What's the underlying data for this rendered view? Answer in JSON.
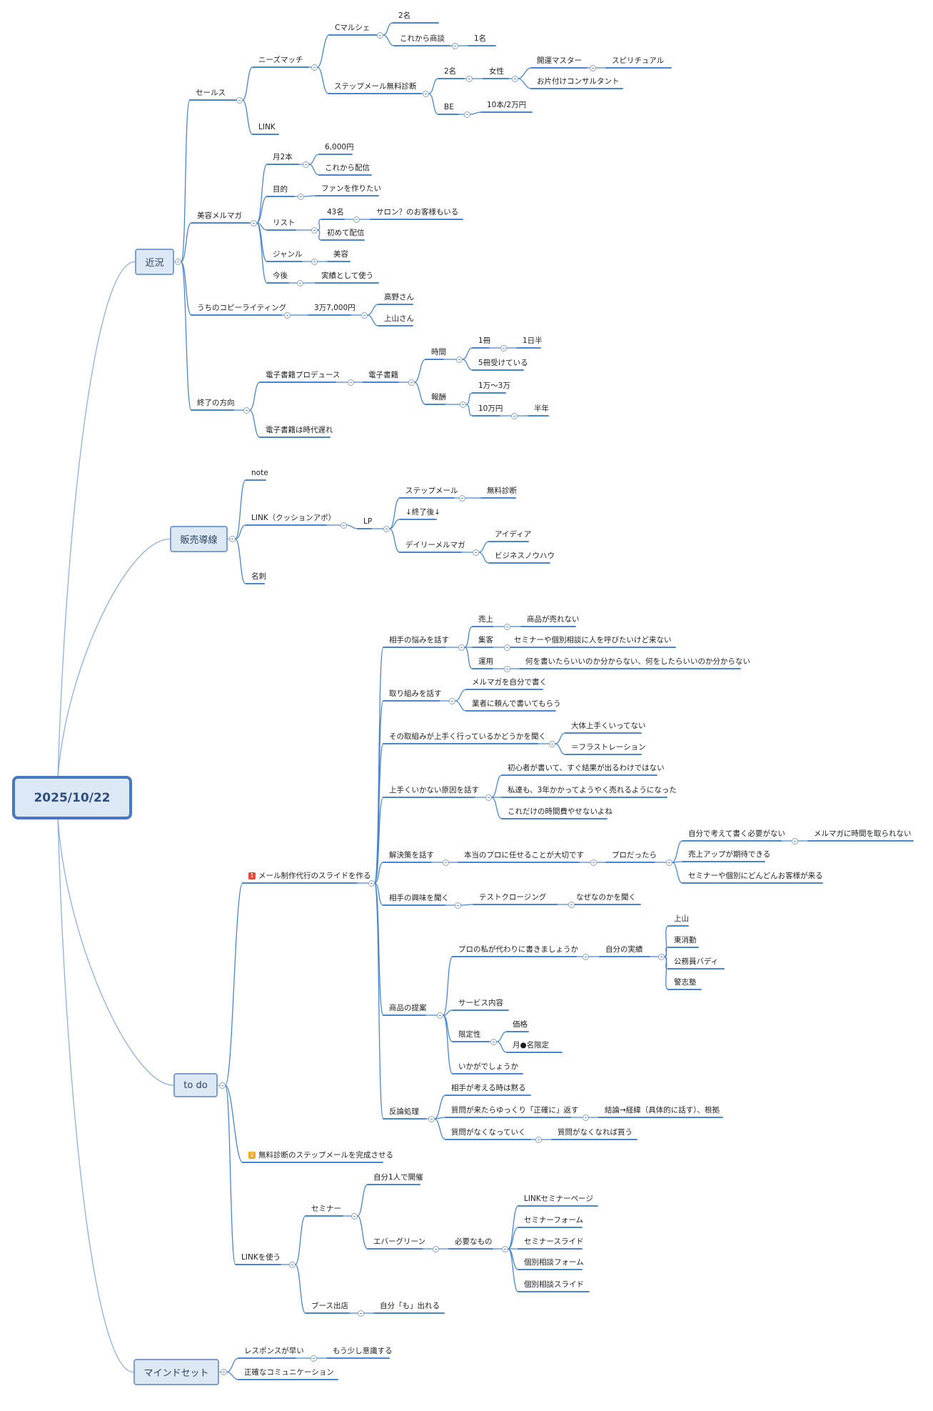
{
  "root": {
    "label": "2025/10/22"
  },
  "colors": {
    "line": "#4a86d0",
    "branch": "#8fb0dc",
    "box_fill": "#dde8f5",
    "box_border": "#7b9fd0",
    "priority_1": "#e24a3b",
    "priority_2": "#f0ad1e"
  },
  "nodes": {
    "kinkyo": "近況",
    "sales": "セールス",
    "needs_match": "ニーズマッチ",
    "c_marche": "Cマルシェ",
    "c_2mei": "2名",
    "c_korekara": "これから商談",
    "c_1mei": "1名",
    "stepmail_shindan": "ステップメール無料診断",
    "s_2mei": "2名",
    "josei": "女性",
    "kaiun": "開運マスター",
    "spiritual": "スピリチュアル",
    "katazuke": "お片付けコンサルタント",
    "be": "BE",
    "be_price": "10本/2万円",
    "link": "LINK",
    "biyou_mailmaga": "美容メルマガ",
    "tsuki2": "月2本",
    "yen6000": "6,000円",
    "korekara_haishin": "これから配信",
    "mokuteki": "目的",
    "fan": "ファンを作りたい",
    "list": "リスト",
    "n43": "43名",
    "salon": "サロン？のお客様もいる",
    "hajimete": "初めて配信",
    "genre": "ジャンル",
    "biyou": "美容",
    "kongo": "今後",
    "jisseki": "実績として使う",
    "copywriting": "うちのコピーライティング",
    "price_37000": "3万7,000円",
    "takano": "高野さん",
    "ueyama": "上山さん",
    "shuryo_houkou": "終了の方向",
    "denshi_produce": "電子書籍プロデュース",
    "denshi": "電子書籍",
    "jikan": "時間",
    "issatsu": "1冊",
    "ichinichihan": "1日半",
    "gosatsu": "5冊受けている",
    "houshu": "報酬",
    "man1_3": "1万〜3万",
    "man10": "10万円",
    "hantoshi": "半年",
    "jidai_okure": "電子書籍は時代遅れ",
    "hanbai": "販売導線",
    "note": "note",
    "link_cushion": "LINK（クッションアポ）",
    "lp": "LP",
    "step_mail": "ステップメール",
    "muryou_shindan": "無料診断",
    "shuryo_go": "↓終了後↓",
    "daily": "デイリーメルマガ",
    "idea": "アイディア",
    "business_knowhow": "ビジネスノウハウ",
    "meishi": "名刺",
    "todo": "to do",
    "slide": "メール制作代行のスライドを作る",
    "slide_badge": "1",
    "nayami": "相手の悩みを話す",
    "uriage": "売上",
    "uriage_d": "商品が売れない",
    "shukyaku": "集客",
    "shukyaku_d": "セミナーや個別相談に人を呼びたいけど来ない",
    "unyou": "運用",
    "unyou_d": "何を書いたらいいのか分からない、何をしたらいいのか分からない",
    "torikumi": "取り組みを話す",
    "jibun_kaku": "メルマガを自分で書く",
    "gyousha": "業者に頼んで書いてもらう",
    "umaku_kiku": "その取組みが上手く行っているかどうかを聞く",
    "daitai": "大体上手くいってない",
    "frustration": "＝フラストレーション",
    "genin": "上手くいかない原因を話す",
    "shoshinsha": "初心者が書いて、すぐ結果が出るわけではない",
    "watashi": "私達も、3年かかってようやく売れるようになった",
    "koredake": "これだけの時間費やせないよね",
    "kaiketsu": "解決策を話す",
    "pro_makaseru": "本当のプロに任せることが大切です",
    "pro_dattara": "プロだったら",
    "jibun_hitsuyou": "自分で考えて書く必要がない",
    "mailmaga_jikan": "メルマガに時間を取られない",
    "uriage_up": "売上アップが期待できる",
    "seminar_kyaku": "セミナーや個別にどんどんお客様が来る",
    "kyoumi": "相手の興味を聞く",
    "test_closing": "テストクロージング",
    "naze": "なぜなのかを聞く",
    "shouhin_teian": "商品の提案",
    "pro_kawari": "プロの私が代わりに書きましょうか",
    "jibun_jisseki": "自分の実績",
    "j_ueyama": "上山",
    "higashi": "東消勤",
    "koumuin": "公務員バディ",
    "keishi": "警志塾",
    "service": "サービス内容",
    "genteisei": "限定性",
    "kakaku": "価格",
    "tsuki_gentei": "月●名限定",
    "ikaga": "いかがでしょうか",
    "hanron": "反論処理",
    "damaru": "相手が考える時は黙る",
    "shitsumon_kitara": "質問が来たらゆっくり「正確に」返す",
    "ketsuron": "結論→経緯（具体的に話す）、根拠",
    "shitsumon_naku": "質問がなくなっていく",
    "kau": "質問がなくなれば買う",
    "step_kansei": "無料診断のステップメールを完成させる",
    "step_kansei_badge": "2",
    "link_tsukau": "LINKを使う",
    "seminar": "セミナー",
    "hitori": "自分1人で開催",
    "evergreen": "エバーグリーン",
    "hitsuyou": "必要なもの",
    "link_seminar_page": "LINKセミナーページ",
    "seminar_form": "セミナーフォーム",
    "seminar_slide": "セミナースライド",
    "kobetsu_form": "個別相談フォーム",
    "kobetsu_slide": "個別相談スライド",
    "booth": "ブース出店",
    "jibun_mo": "自分「も」出れる",
    "mindset": "マインドセット",
    "response": "レスポンスが早い",
    "ishiki": "もう少し意識する",
    "seikaku": "正確なコミュニケーション"
  }
}
